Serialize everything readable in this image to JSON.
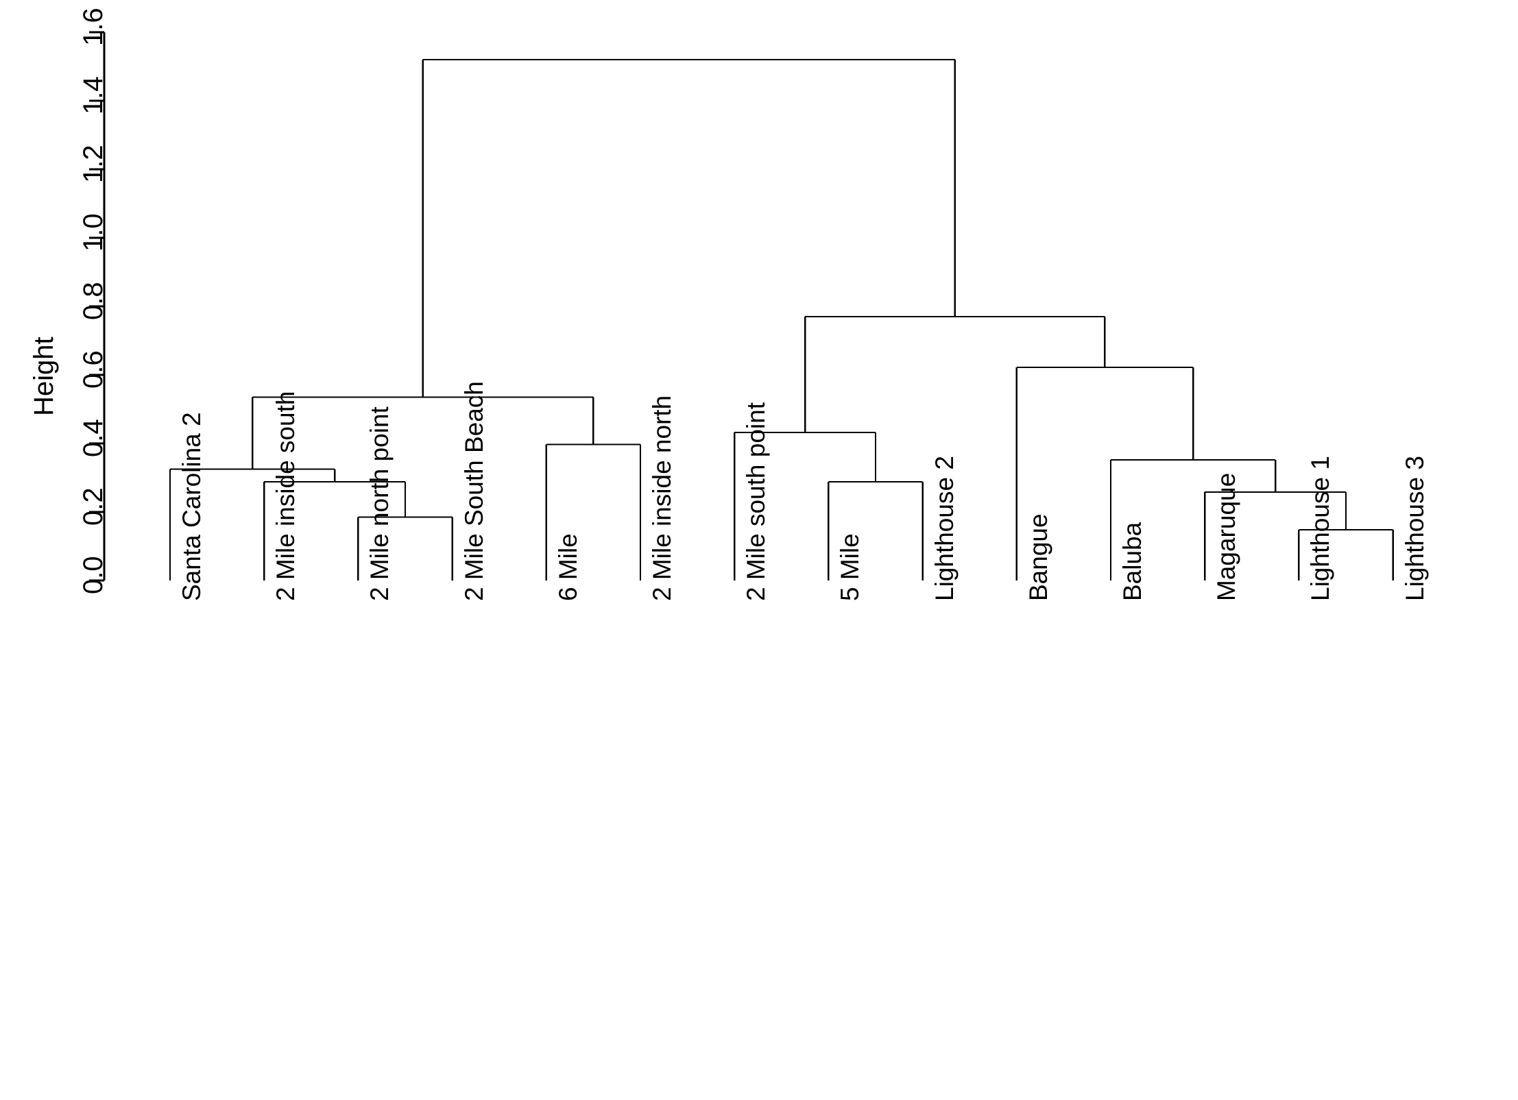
{
  "chart_data": {
    "type": "dendrogram",
    "title": "",
    "xlabel": "",
    "ylabel": "Height",
    "ylim": [
      0.0,
      1.6
    ],
    "yticks": [
      "0.0",
      "0.2",
      "0.4",
      "0.6",
      "0.8",
      "1.0",
      "1.2",
      "1.4",
      "1.6"
    ],
    "ytick_values": [
      0.0,
      0.2,
      0.4,
      0.6,
      0.8,
      1.0,
      1.2,
      1.4,
      1.6
    ],
    "grid": false,
    "legend": "none",
    "line_color": "#000000",
    "background_color": "#ffffff",
    "leaf_labels": [
      "Santa Carolina 2",
      "2 Mile inside south",
      "2 Mile north point",
      "2 Mile South Beach",
      "6 Mile",
      "2 Mile inside north",
      "2 Mile south point",
      "5 Mile",
      "Lighthouse 2",
      "Bangue",
      "Baluba",
      "Magaruque",
      "Lighthouse 1",
      "Lighthouse 3"
    ],
    "merges": [
      {
        "id": "m1",
        "label": "2 Mile north point + 2 Mile South Beach",
        "height": 0.185,
        "left": "2 Mile north point",
        "right": "2 Mile South Beach"
      },
      {
        "id": "m2",
        "label": "2 Mile inside south + m1",
        "height": 0.288,
        "left": "2 Mile inside south",
        "right": "m1"
      },
      {
        "id": "m3",
        "label": "Santa Carolina 2 + m2",
        "height": 0.325,
        "left": "Santa Carolina 2",
        "right": "m2"
      },
      {
        "id": "m4",
        "label": "6 Mile + 2 Mile inside north",
        "height": 0.397,
        "left": "6 Mile",
        "right": "2 Mile inside north"
      },
      {
        "id": "m5",
        "label": "m3 + m4",
        "height": 0.535,
        "left": "m3",
        "right": "m4"
      },
      {
        "id": "m6",
        "label": "5 Mile + Lighthouse 2",
        "height": 0.288,
        "left": "5 Mile",
        "right": "Lighthouse 2"
      },
      {
        "id": "m7",
        "label": "2 Mile south point + m6",
        "height": 0.432,
        "left": "2 Mile south point",
        "right": "m6"
      },
      {
        "id": "m8",
        "label": "Lighthouse 1 + Lighthouse 3",
        "height": 0.148,
        "left": "Lighthouse 1",
        "right": "Lighthouse 3"
      },
      {
        "id": "m9",
        "label": "Magaruque + m8",
        "height": 0.258,
        "left": "Magaruque",
        "right": "m8"
      },
      {
        "id": "m10",
        "label": "Baluba + m9",
        "height": 0.352,
        "left": "Baluba",
        "right": "m9"
      },
      {
        "id": "m11",
        "label": "Bangue + m10",
        "height": 0.622,
        "left": "Bangue",
        "right": "m10"
      },
      {
        "id": "m12",
        "label": "m7 + m11",
        "height": 0.77,
        "left": "m7",
        "right": "m11"
      },
      {
        "id": "m13",
        "label": "m5 + m12 (root)",
        "height": 1.52,
        "left": "m5",
        "right": "m12"
      }
    ]
  },
  "axis": {
    "ylabel": "Height",
    "ticks": [
      "0.0",
      "0.2",
      "0.4",
      "0.6",
      "0.8",
      "1.0",
      "1.2",
      "1.4",
      "1.6"
    ]
  }
}
